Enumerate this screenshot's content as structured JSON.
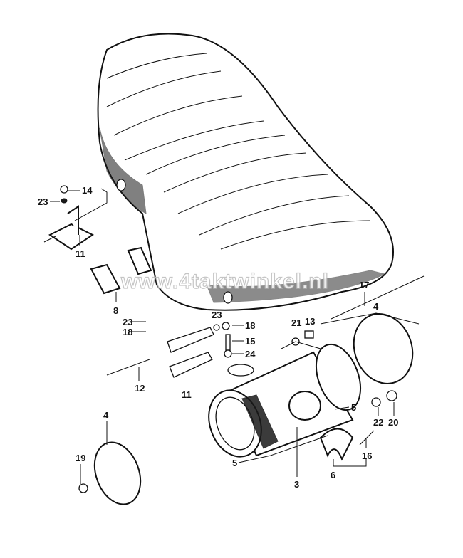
{
  "watermark": "www.4taktwinkel.nl",
  "labels": {
    "l14": "14",
    "l23a": "23",
    "l11a": "11",
    "l8": "8",
    "l23b": "23",
    "l18a": "18",
    "l23c": "23",
    "l18b": "18",
    "l15": "15",
    "l24": "24",
    "l21": "21",
    "l13": "13",
    "l17": "17",
    "l4a": "4",
    "l12": "12",
    "l11b": "11",
    "l5a": "5",
    "l22": "22",
    "l20": "20",
    "l5b": "5",
    "l3": "3",
    "l6": "6",
    "l16": "16",
    "l4b": "4",
    "l19": "19"
  }
}
